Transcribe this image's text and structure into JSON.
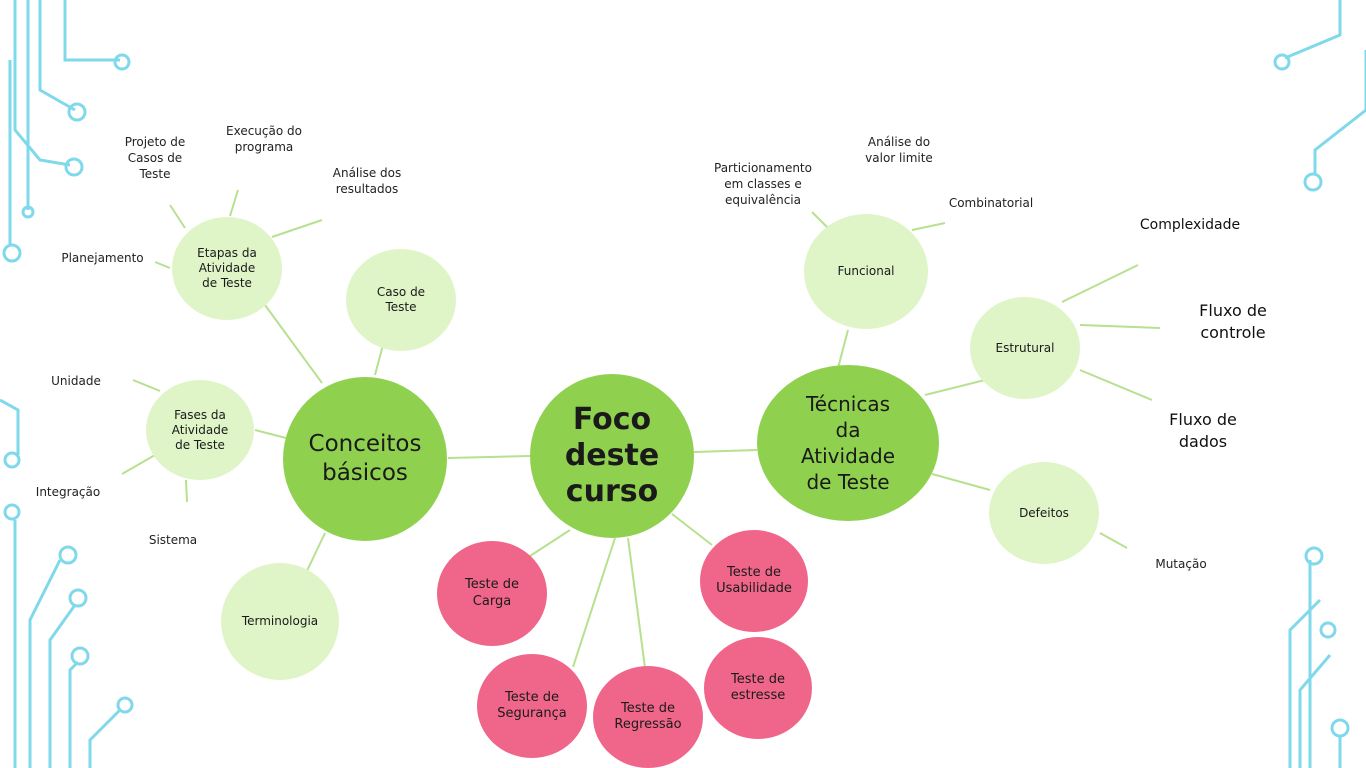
{
  "colors": {
    "center": "#8fd14f",
    "main": "#8fd14f",
    "sub": "#dff5c8",
    "pink": "#f0668a",
    "connector": "#b7e08f",
    "circuit": "#7fd9ea"
  },
  "center": "Foco\ndeste\ncurso",
  "conceitos": {
    "title": "Conceitos\nbásicos",
    "caso": "Caso de\nTeste",
    "terminologia": "Terminologia",
    "etapas": {
      "title": "Etapas da\nAtividade\nde Teste",
      "items": [
        "Projeto de\nCasos de\nTeste",
        "Execução do\nprograma",
        "Análise dos\nresultados",
        "Planejamento"
      ]
    },
    "fases": {
      "title": "Fases da\nAtividade\nde Teste",
      "items": [
        "Unidade",
        "Integração",
        "Sistema"
      ]
    }
  },
  "tecnicas": {
    "title": "Técnicas\nda\nAtividade\nde Teste",
    "funcional": {
      "title": "Funcional",
      "items": [
        "Particionamento\nem classes e\nequivalência",
        "Análise do\nvalor limite",
        "Combinatorial"
      ]
    },
    "estrutural": {
      "title": "Estrutural",
      "items": [
        "Complexidade",
        "Fluxo de\ncontrole",
        "Fluxo de\ndados"
      ]
    },
    "defeitos": {
      "title": "Defeitos",
      "items": [
        "Mutação"
      ]
    }
  },
  "tipos": [
    "Teste de\nCarga",
    "Teste de\nUsabilidade",
    "Teste de\nSegurança",
    "Teste de\nRegressão",
    "Teste de\nestresse"
  ]
}
